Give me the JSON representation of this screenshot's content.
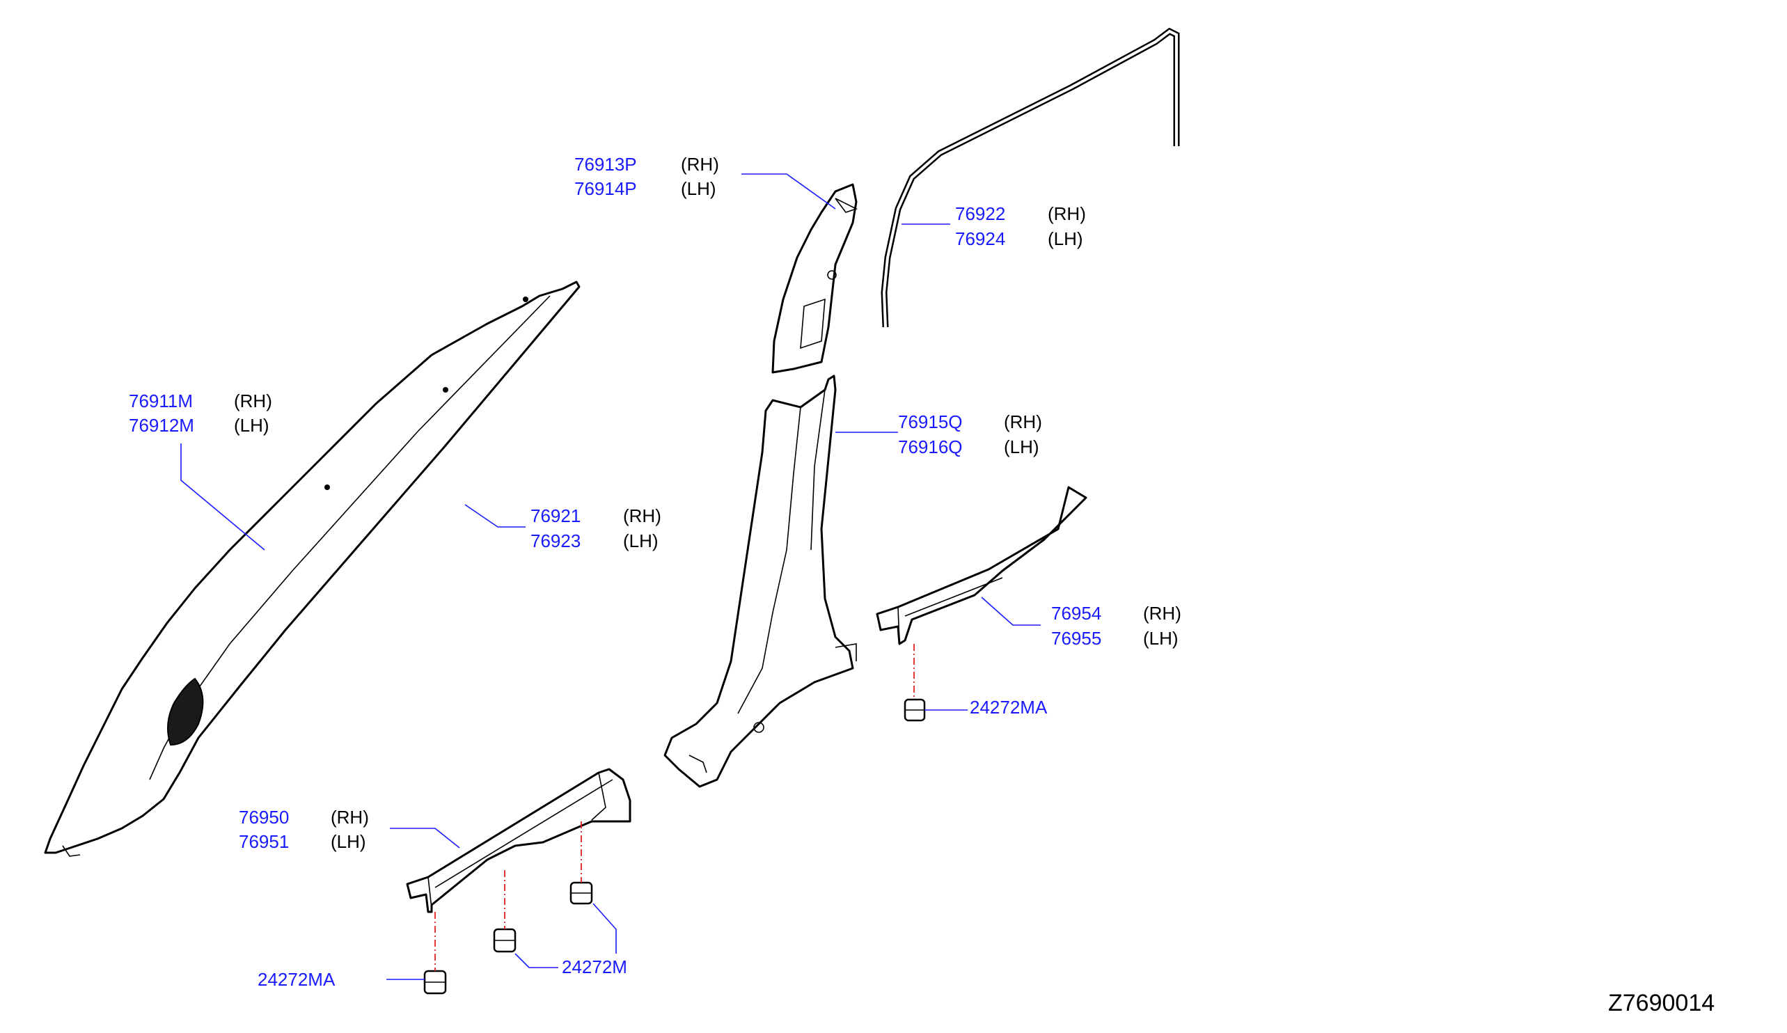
{
  "diagram_id": "Z7690014",
  "callouts": [
    {
      "id": "c1",
      "part_no": "76913P",
      "side": "(RH)"
    },
    {
      "id": "c2",
      "part_no": "76914P",
      "side": "(LH)"
    },
    {
      "id": "c3",
      "part_no": "76922",
      "side": "(RH)"
    },
    {
      "id": "c4",
      "part_no": "76924",
      "side": "(LH)"
    },
    {
      "id": "c5",
      "part_no": "76911M",
      "side": "(RH)"
    },
    {
      "id": "c6",
      "part_no": "76912M",
      "side": "(LH)"
    },
    {
      "id": "c7",
      "part_no": "76915Q",
      "side": "(RH)"
    },
    {
      "id": "c8",
      "part_no": "76916Q",
      "side": "(LH)"
    },
    {
      "id": "c9",
      "part_no": "76921",
      "side": "(RH)"
    },
    {
      "id": "c10",
      "part_no": "76923",
      "side": "(LH)"
    },
    {
      "id": "c11",
      "part_no": "76954",
      "side": "(RH)"
    },
    {
      "id": "c12",
      "part_no": "76955",
      "side": "(LH)"
    },
    {
      "id": "c13",
      "part_no": "24272MA",
      "side": ""
    },
    {
      "id": "c14",
      "part_no": "76950",
      "side": "(RH)"
    },
    {
      "id": "c15",
      "part_no": "76951",
      "side": "(LH)"
    },
    {
      "id": "c16",
      "part_no": "24272M",
      "side": ""
    },
    {
      "id": "c17",
      "part_no": "24272MA",
      "side": ""
    }
  ]
}
